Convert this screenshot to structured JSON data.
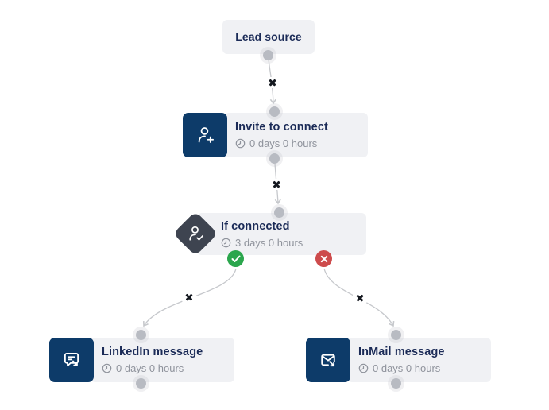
{
  "colors": {
    "canvas_bg": "#ffffff",
    "node_bg": "#f0f1f4",
    "icon_navy": "#0d3b69",
    "condition_slate": "#3e4450",
    "title_text": "#1b2b57",
    "subtitle_text": "#8f939c",
    "connector": "#c6c8cc",
    "port_dot": "#b8bbc2",
    "success_green": "#2ba64d",
    "fail_red": "#cd4b4c",
    "marker_x": "#14181f"
  },
  "nodes": {
    "lead_source": {
      "title": "Lead source"
    },
    "invite": {
      "title": "Invite to connect",
      "delay": "0 days 0 hours",
      "icon": "person-add-icon"
    },
    "if_connected": {
      "title": "If connected",
      "delay": "3 days 0 hours",
      "icon": "person-check-icon",
      "yes_branch": "check-icon",
      "no_branch": "cross-icon"
    },
    "linkedin_message": {
      "title": "LinkedIn message",
      "delay": "0 days 0 hours",
      "icon": "chat-bubble-arrow-icon"
    },
    "inmail_message": {
      "title": "InMail message",
      "delay": "0 days 0 hours",
      "icon": "envelope-arrow-icon"
    }
  },
  "connectors": [
    {
      "from": "lead_source",
      "to": "invite",
      "marker": "delete-x-icon"
    },
    {
      "from": "invite",
      "to": "if_connected",
      "marker": "delete-x-icon"
    },
    {
      "from": "if_connected_yes",
      "to": "linkedin_message",
      "marker": "delete-x-icon"
    },
    {
      "from": "if_connected_no",
      "to": "inmail_message",
      "marker": "delete-x-icon"
    }
  ]
}
